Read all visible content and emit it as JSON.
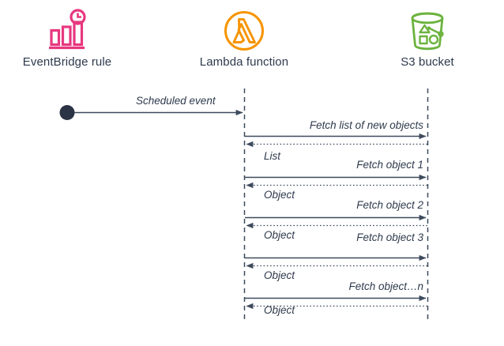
{
  "diagram": {
    "title": "EventBridge scheduled Lambda fetching S3 objects sequence diagram",
    "type": "sequence-diagram",
    "colors": {
      "eventbridge_pink": "#e7387f",
      "lambda_orange": "#f79400",
      "s3_green": "#6cb33f",
      "line_slate": "#3d4a5c",
      "text_slate": "#2e3a4d",
      "background": "#ffffff"
    }
  },
  "participants": [
    {
      "id": "eventbridge",
      "label": "EventBridge rule",
      "icon": "eventbridge-rule-icon",
      "color": "#e7387f",
      "has_lifeline": false
    },
    {
      "id": "lambda",
      "label": "Lambda function",
      "icon": "lambda-function-icon",
      "color": "#f79400",
      "has_lifeline": true
    },
    {
      "id": "s3",
      "label": "S3 bucket",
      "icon": "s3-bucket-icon",
      "color": "#6cb33f",
      "has_lifeline": true
    }
  ],
  "start_event": {
    "label": "Scheduled event",
    "from": "eventbridge",
    "to": "lambda",
    "style": "solid"
  },
  "messages": [
    {
      "label": "Fetch list of new objects",
      "from": "lambda",
      "to": "s3",
      "style": "solid",
      "direction": "right"
    },
    {
      "label": "List",
      "from": "s3",
      "to": "lambda",
      "style": "dotted",
      "direction": "left"
    },
    {
      "label": "Fetch object 1",
      "from": "lambda",
      "to": "s3",
      "style": "solid",
      "direction": "right"
    },
    {
      "label": "Object",
      "from": "s3",
      "to": "lambda",
      "style": "dotted",
      "direction": "left"
    },
    {
      "label": "Fetch object 2",
      "from": "lambda",
      "to": "s3",
      "style": "solid",
      "direction": "right"
    },
    {
      "label": "Object",
      "from": "s3",
      "to": "lambda",
      "style": "dotted",
      "direction": "left"
    },
    {
      "label": "Fetch object 3",
      "from": "lambda",
      "to": "s3",
      "style": "solid",
      "direction": "right"
    },
    {
      "label": "Object",
      "from": "s3",
      "to": "lambda",
      "style": "dotted",
      "direction": "left"
    },
    {
      "label": "Fetch object…n",
      "from": "lambda",
      "to": "s3",
      "style": "solid",
      "direction": "right"
    },
    {
      "label": "Object",
      "from": "s3",
      "to": "lambda",
      "style": "dotted",
      "direction": "left"
    }
  ]
}
